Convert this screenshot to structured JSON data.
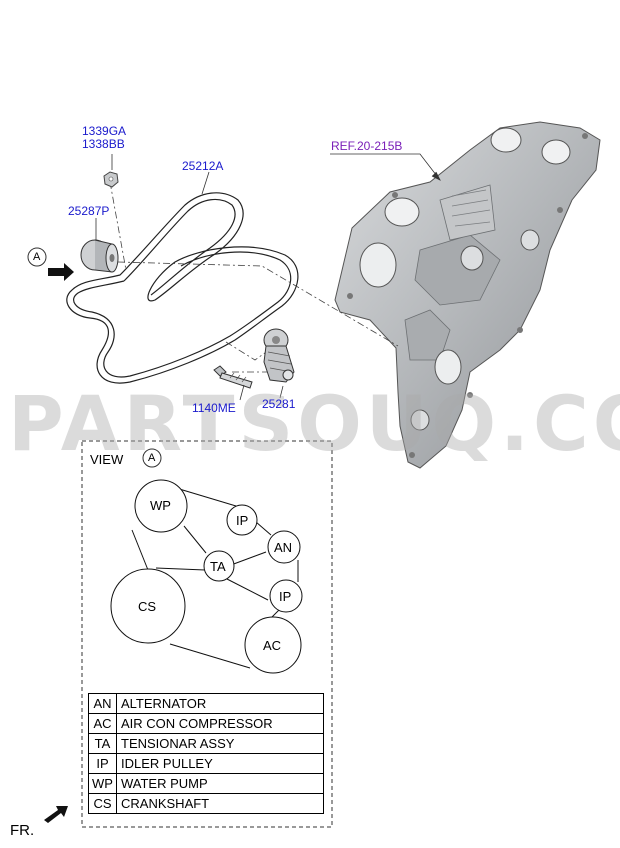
{
  "labels": {
    "p1339": "1339GA",
    "p1338": "1338BB",
    "p25212": "25212A",
    "p25287": "25287P",
    "ref": "REF.20-215B",
    "p1140": "1140ME",
    "p25281": "25281",
    "viewA_marker": "A"
  },
  "watermark": "PARTSOUQ.COM",
  "view": {
    "title": "VIEW",
    "marker": "A",
    "pulleys": {
      "wp": "WP",
      "ip1": "IP",
      "an": "AN",
      "ta": "TA",
      "ip2": "IP",
      "cs": "CS",
      "ac": "AC"
    }
  },
  "legend": [
    {
      "code": "AN",
      "name": "ALTERNATOR"
    },
    {
      "code": "AC",
      "name": "AIR CON COMPRESSOR"
    },
    {
      "code": "TA",
      "name": "TENSIONAR ASSY"
    },
    {
      "code": "IP",
      "name": "IDLER PULLEY"
    },
    {
      "code": "WP",
      "name": "WATER PUMP"
    },
    {
      "code": "CS",
      "name": "CRANKSHAFT"
    }
  ],
  "front_label": "FR.",
  "colors": {
    "part_number": "#1a1acc",
    "reference": "#7a1fb8",
    "casting": "#b9bbbe"
  }
}
